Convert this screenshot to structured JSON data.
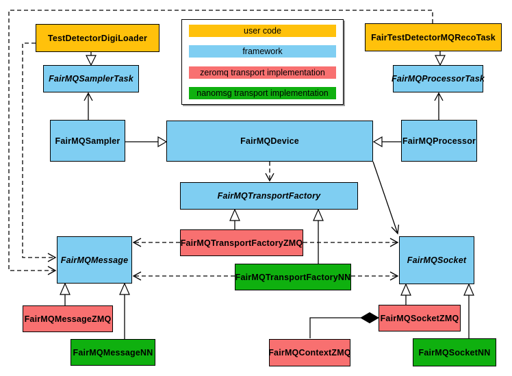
{
  "colors": {
    "user_code": "#FFC10B",
    "framework": "#7FCEF2",
    "zeromq": "#F87070",
    "nanomsg": "#0FB00F"
  },
  "legend": {
    "items": [
      {
        "label": "user code",
        "type": "user_code"
      },
      {
        "label": "framework",
        "type": "framework"
      },
      {
        "label": "zeromq transport implementation",
        "type": "zeromq"
      },
      {
        "label": "nanomsg transport implementation",
        "type": "nanomsg"
      }
    ]
  },
  "nodes": {
    "test_detector_digi_loader": {
      "label": "TestDetectorDigiLoader"
    },
    "fair_test_detector_mq_reco_task": {
      "label": "FairTestDetectorMQRecoTask"
    },
    "fairmq_sampler_task": {
      "label": "FairMQSamplerTask"
    },
    "fairmq_processor_task": {
      "label": "FairMQProcessorTask"
    },
    "fairmq_sampler": {
      "label": "FairMQSampler"
    },
    "fairmq_device": {
      "label": "FairMQDevice"
    },
    "fairmq_processor": {
      "label": "FairMQProcessor"
    },
    "fairmq_transport_factory": {
      "label": "FairMQTransportFactory"
    },
    "fairmq_transport_factory_zmq": {
      "label": "FairMQTransportFactoryZMQ"
    },
    "fairmq_transport_factory_nn": {
      "label": "FairMQTransportFactoryNN"
    },
    "fairmq_message": {
      "label": "FairMQMessage"
    },
    "fairmq_socket": {
      "label": "FairMQSocket"
    },
    "fairmq_message_zmq": {
      "label": "FairMQMessageZMQ"
    },
    "fairmq_message_nn": {
      "label": "FairMQMessageNN"
    },
    "fairmq_context_zmq": {
      "label": "FairMQContextZMQ"
    },
    "fairmq_socket_zmq": {
      "label": "FairMQSocketZMQ"
    },
    "fairmq_socket_nn": {
      "label": "FairMQSocketNN"
    }
  }
}
